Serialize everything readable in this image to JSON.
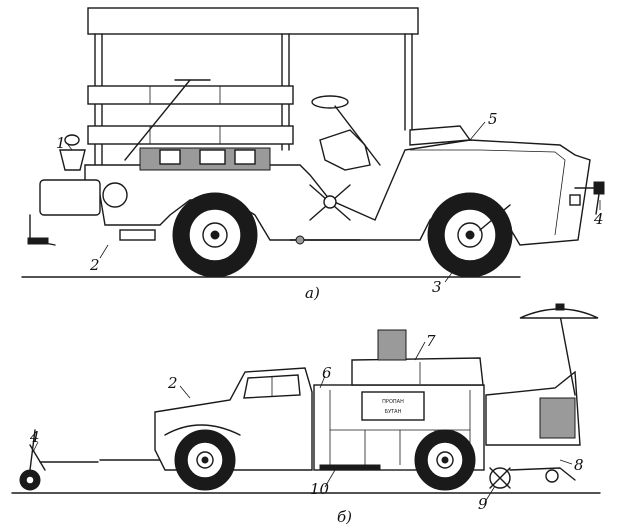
{
  "figure": {
    "top_caption": "а)",
    "bottom_caption": "б)",
    "truck_sign_line1": "ПРОПАН",
    "truck_sign_line2": "БУТАН"
  },
  "callouts_top": [
    {
      "id": "c1",
      "text": "1"
    },
    {
      "id": "c2",
      "text": "2"
    },
    {
      "id": "c3",
      "text": "3"
    },
    {
      "id": "c4",
      "text": "4"
    },
    {
      "id": "c5",
      "text": "5"
    }
  ],
  "callouts_bottom": [
    {
      "id": "c2b",
      "text": "2"
    },
    {
      "id": "c4b",
      "text": "4"
    },
    {
      "id": "c6",
      "text": "6"
    },
    {
      "id": "c7",
      "text": "7"
    },
    {
      "id": "c8",
      "text": "8"
    },
    {
      "id": "c9",
      "text": "9"
    },
    {
      "id": "c10",
      "text": "10"
    }
  ]
}
